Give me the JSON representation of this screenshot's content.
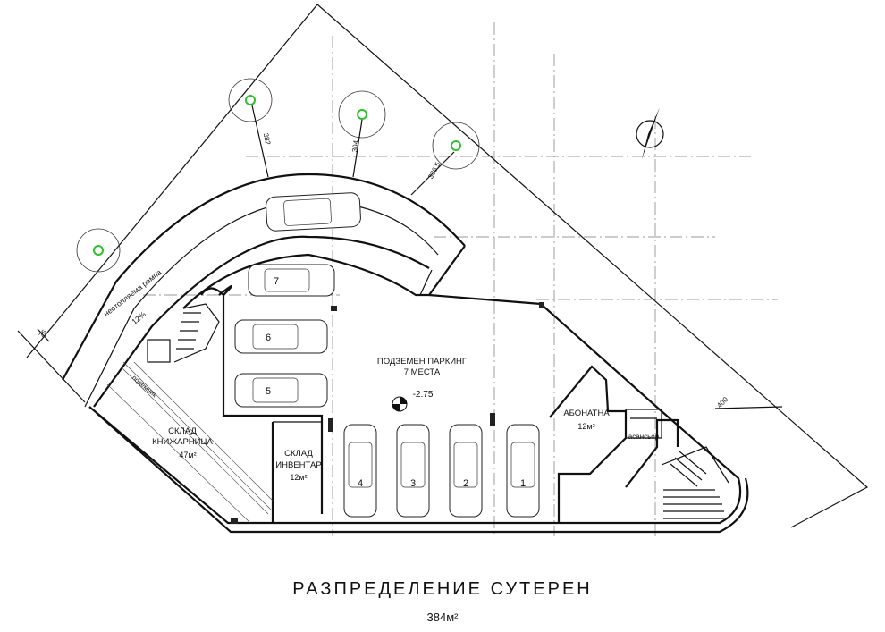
{
  "title": "РАЗПРЕДЕЛЕНИЕ СУТЕРЕН",
  "total_area": "384м²",
  "rooms": {
    "parking_label_1": "ПОДЗЕМЕН ПАРКИНГ",
    "parking_label_2": "7 МЕСТА",
    "level_mark": "-2.75",
    "abonatna_name": "АБОНАТНА",
    "abonatna_area": "12м²",
    "sklad_kn_name_1": "СКЛАД",
    "sklad_kn_name_2": "КНИЖАРНИЦА",
    "sklad_kn_area": "47м²",
    "sklad_inv_name_1": "СКЛАД",
    "sklad_inv_name_2": "ИНВЕНТАР",
    "sklad_inv_area": "12м²",
    "elevator": "асансьор",
    "lift_platform": "подемник"
  },
  "ramp": {
    "label": "неотопляема рампа",
    "slope": "12%"
  },
  "dimensions": {
    "d382": "382",
    "d304": "304",
    "d336": "336.5",
    "d400": "400",
    "d75": "75"
  },
  "parking_spots": [
    "1",
    "2",
    "3",
    "4",
    "5",
    "6",
    "7"
  ]
}
